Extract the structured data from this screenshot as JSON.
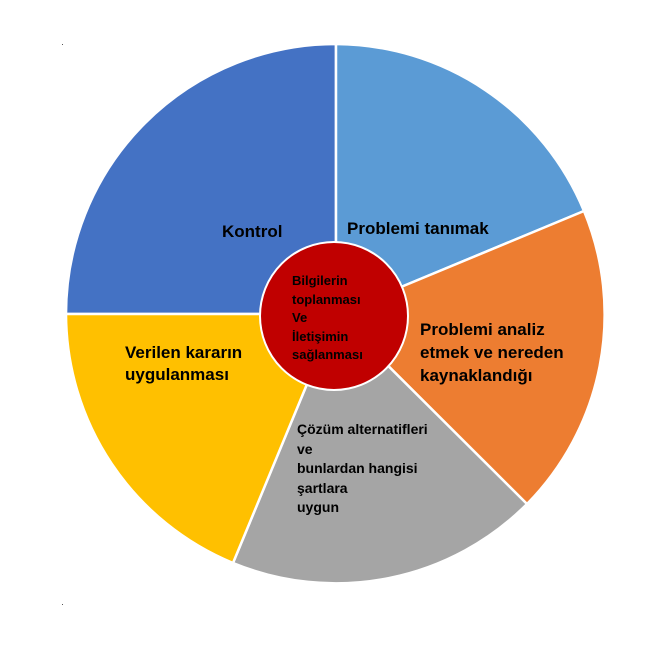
{
  "diagram": {
    "segments": [
      {
        "label": "Kontrol",
        "color": "#4472C4"
      },
      {
        "label": "Problemi tanımak",
        "color": "#5B9BD5"
      },
      {
        "label": "Problemi analiz\netmek ve nereden\nkaynaklandığı",
        "color": "#ED7D31"
      },
      {
        "label": "Çözüm alternatifleri\nve\nbunlardan hangisi\nşartlara\nuygun",
        "color": "#A5A5A5"
      },
      {
        "label": "Verilen kararın\nuygulanması",
        "color": "#FFC000"
      }
    ],
    "center": {
      "label": "Bilgilerin\ntoplanması\nVe\nİletişimin\nsağlanması",
      "color": "#C00000"
    }
  }
}
